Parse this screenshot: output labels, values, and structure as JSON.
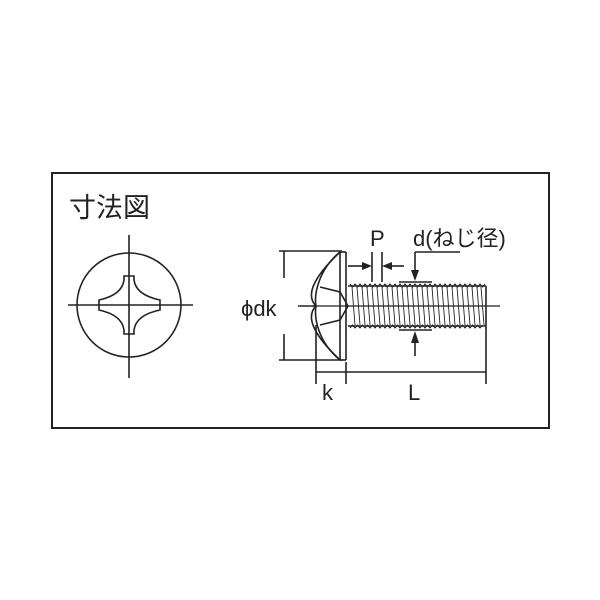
{
  "diagram": {
    "title": "寸法図",
    "labels": {
      "head_diameter": "ϕdk",
      "pitch": "P",
      "thread_diameter": "d(ねじ径)",
      "head_height": "k",
      "length": "L"
    },
    "views": [
      "top-view-phillips-cross-recess",
      "side-view-truss-head-screw"
    ],
    "colors": {
      "line": "#222222",
      "background": "#ffffff"
    }
  }
}
